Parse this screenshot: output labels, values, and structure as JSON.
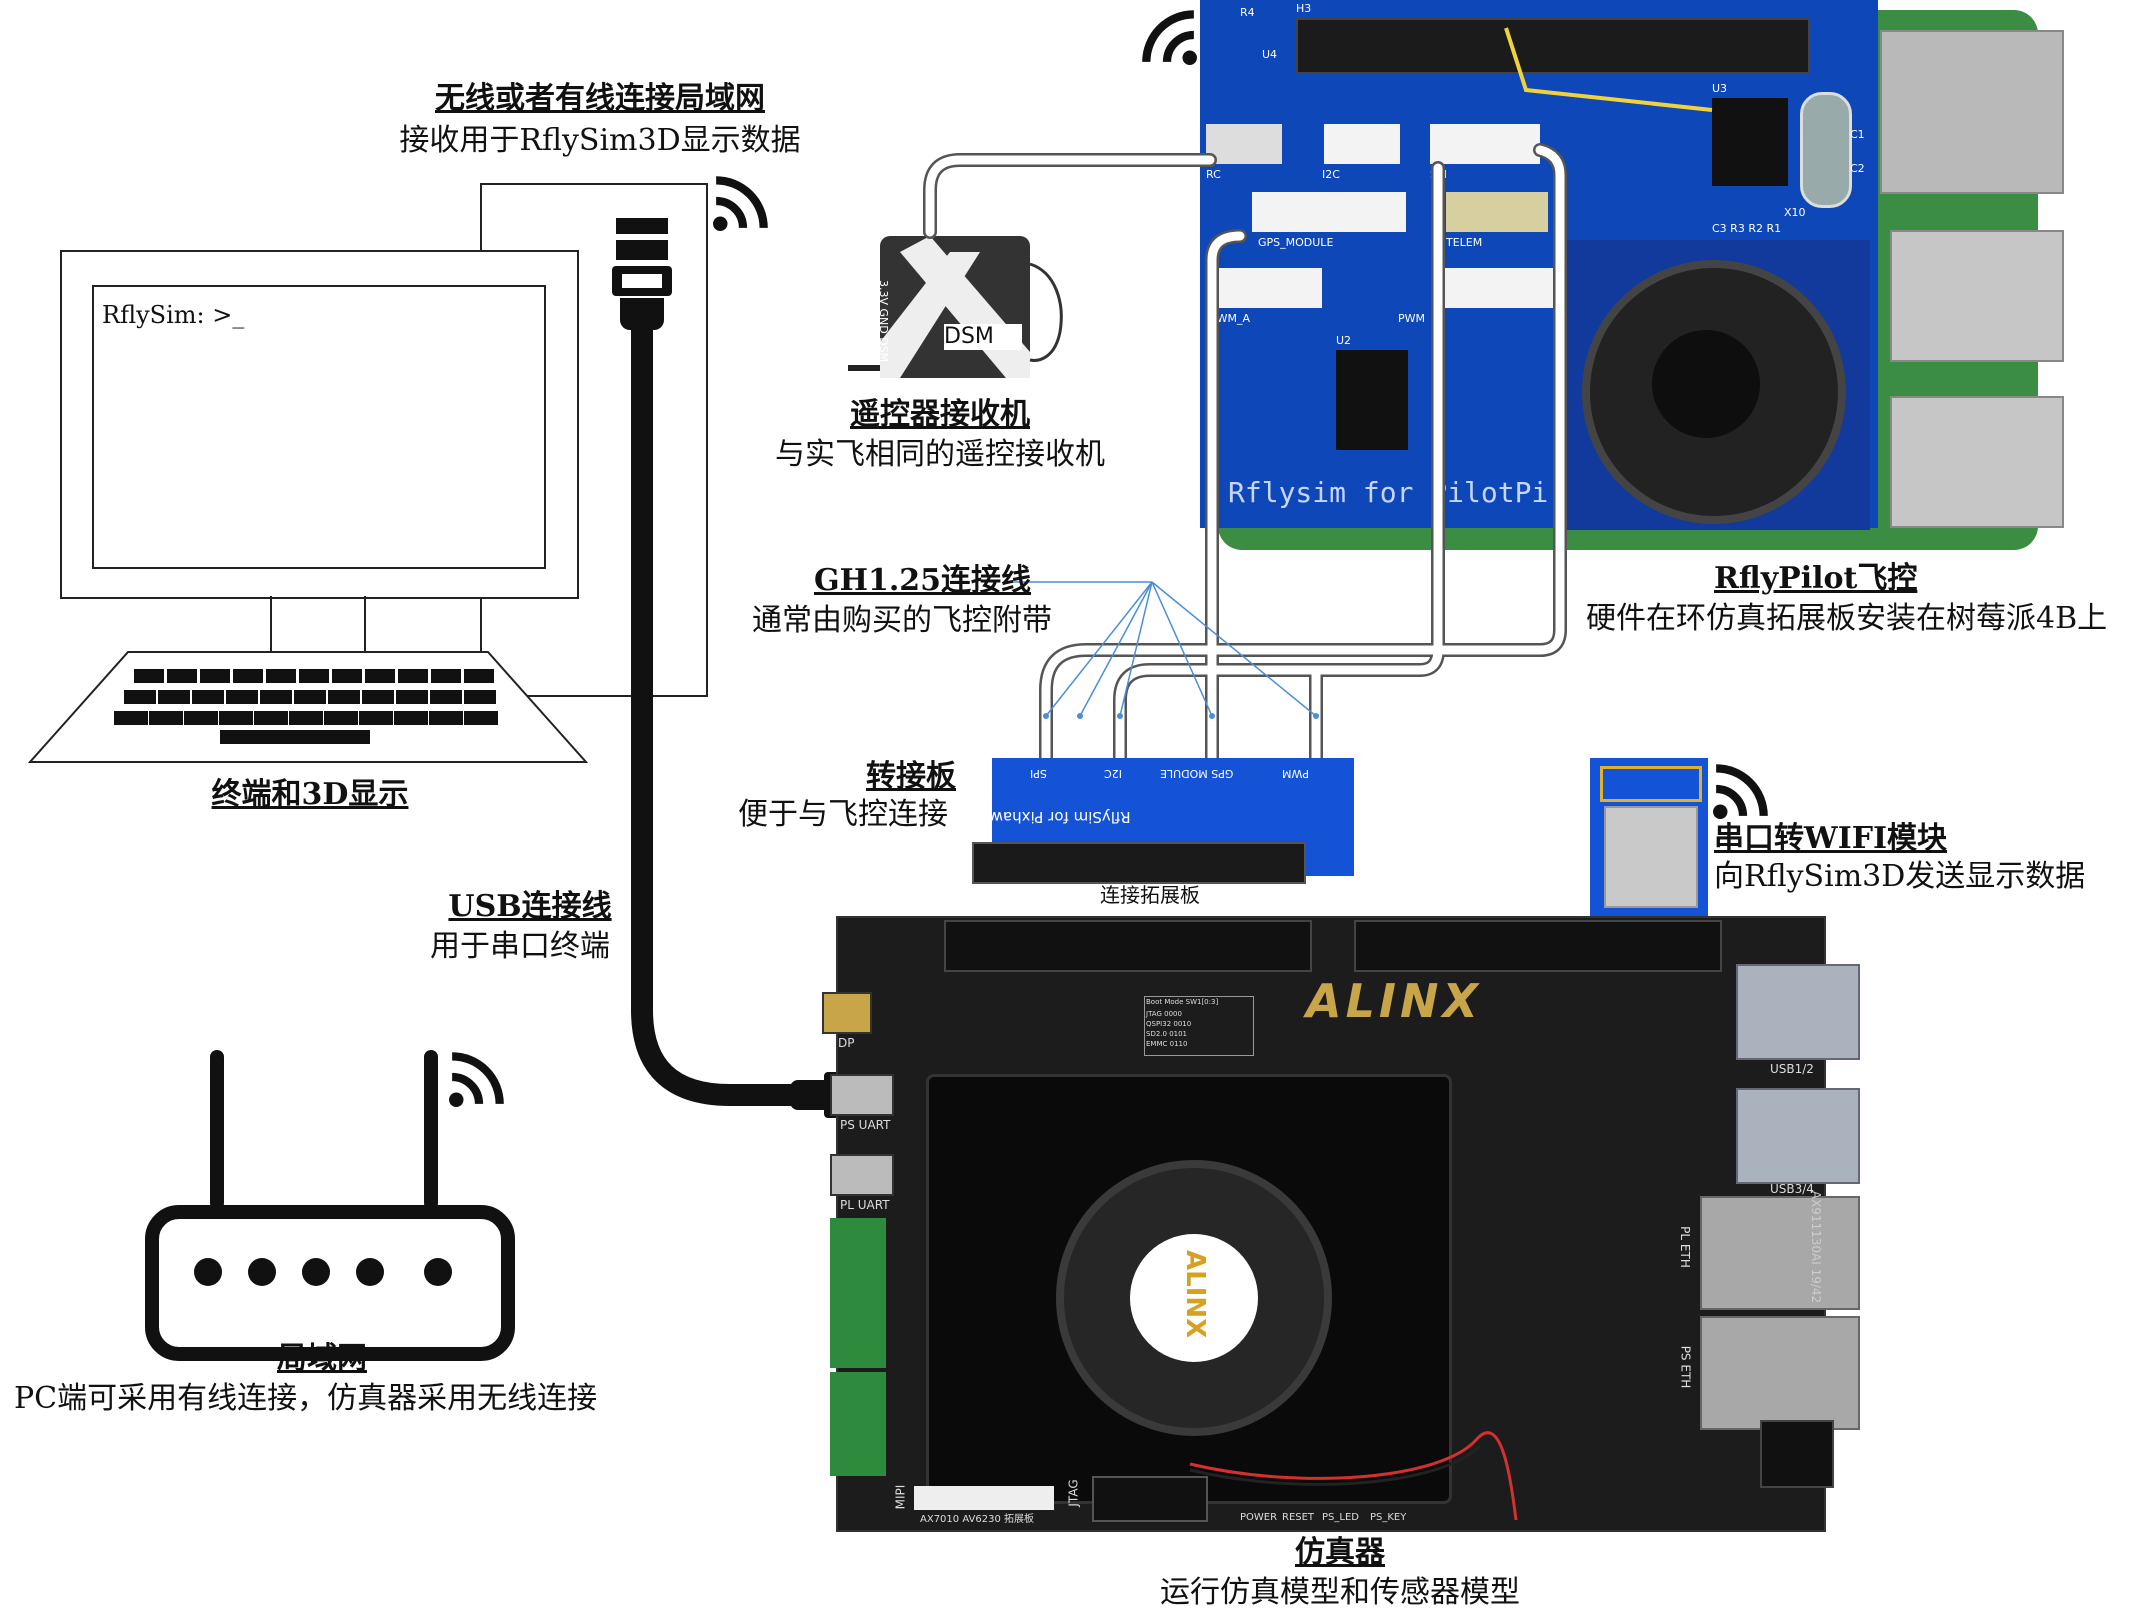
{
  "wifi_lan": {
    "title": "无线或者有线连接局域网",
    "subtitle": "接收用于RflySim3D显示数据"
  },
  "terminal": {
    "prompt": "RflySim: >_",
    "title": "终端和3D显示"
  },
  "rc_receiver": {
    "title": "遥控器接收机",
    "subtitle": "与实飞相同的遥控接收机",
    "chip_label": "DSM",
    "pins": "3.3V GND DSM"
  },
  "gh_cable": {
    "title": "GH1.25连接线",
    "subtitle": "通常由购买的飞控附带"
  },
  "flight_ctrl": {
    "title": "RflyPilot飞控",
    "subtitle": "硬件在环仿真拓展板安装在树莓派4B上",
    "board_text": "Rflysim for PilotPi",
    "connectors": [
      "RC",
      "I2C",
      "SPI",
      "GPS_MODULE",
      "TELEM",
      "PWM_A",
      "PWM"
    ],
    "silk": [
      "H3",
      "R4",
      "U4",
      "U3",
      "U2",
      "C1",
      "C2",
      "X10",
      "C3 R3 R2 R1"
    ]
  },
  "adapter": {
    "title": "转接板",
    "subtitle": "便于与飞控连接",
    "board_text": "RflySim for Pixhawk",
    "pins": [
      "SPI",
      "I2C",
      "GPS MODULE",
      "PWM"
    ],
    "caption": "连接拓展板"
  },
  "wifi_module": {
    "title": "串口转WIFI模块",
    "subtitle": "向RflySim3D发送显示数据"
  },
  "usb_cable": {
    "title": "USB连接线",
    "subtitle": "用于串口终端"
  },
  "router": {
    "title": "局域网",
    "subtitle": "PC端可采用有线连接，仿真器采用无线连接"
  },
  "simulator": {
    "title": "仿真器",
    "subtitle": "运行仿真模型和传感器模型",
    "brand": "ALINX",
    "fan_brand": "ALINX",
    "ports": [
      "USB1/2",
      "USB3/4",
      "PL ETH",
      "PS ETH",
      "DP",
      "PS UART",
      "PL UART",
      "MIPI",
      "JTAG",
      "POWER",
      "RESET",
      "PS_LED",
      "PS_KEY"
    ],
    "eth_chip": "AX911130AI 19/42",
    "boot_table": {
      "header": "Boot Mode SW1[0:3]",
      "rows": [
        "JTAG 0000",
        "QSPI32 0010",
        "SD2.0 0101",
        "EMMC 0110"
      ]
    },
    "bottom_label": "AX7010 AV6230 拓展板"
  },
  "colors": {
    "pcb_blue": "#0d47b8",
    "pcb_black": "#1c1c1c",
    "adapter_blue": "#1453d6",
    "cable": "#111111",
    "wire_blue": "#4a8fd6"
  }
}
